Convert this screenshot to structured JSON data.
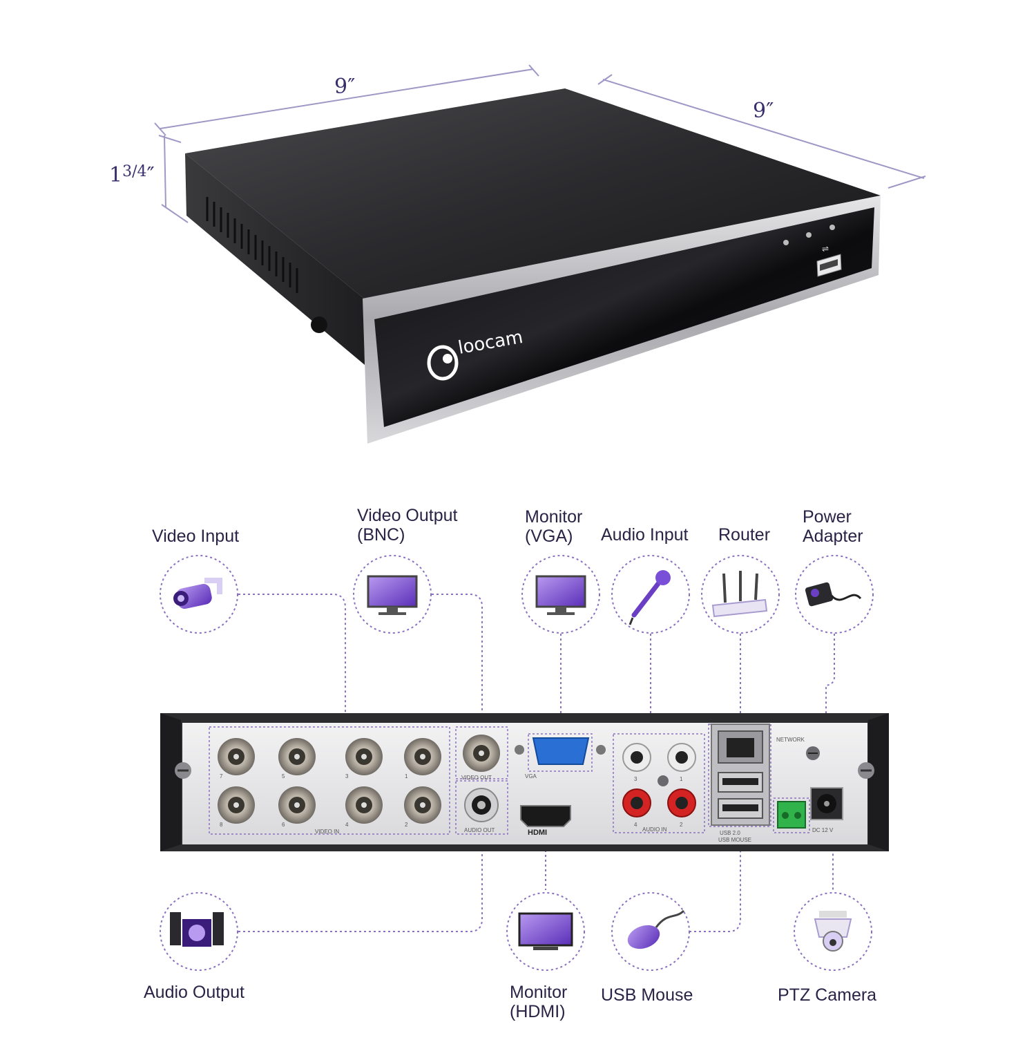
{
  "dimensions": {
    "width": "9″",
    "depth": "9″",
    "height_whole": "1",
    "height_frac": "3/4",
    "height_unit": "″"
  },
  "brand": "loocam",
  "connections_top": [
    {
      "id": "video-input",
      "label_lines": [
        "Video Input"
      ],
      "icon": "bullet-camera-icon"
    },
    {
      "id": "video-output-bnc",
      "label_lines": [
        "Video Output",
        "(BNC)"
      ],
      "icon": "monitor-icon"
    },
    {
      "id": "monitor-vga",
      "label_lines": [
        "Monitor",
        "(VGA)"
      ],
      "icon": "monitor-icon"
    },
    {
      "id": "audio-input",
      "label_lines": [
        "Audio Input"
      ],
      "icon": "microphone-icon"
    },
    {
      "id": "router",
      "label_lines": [
        "Router"
      ],
      "icon": "router-icon"
    },
    {
      "id": "power-adapter",
      "label_lines": [
        "Power",
        "Adapter"
      ],
      "icon": "power-adapter-icon"
    }
  ],
  "connections_bottom": [
    {
      "id": "audio-output",
      "label_lines": [
        "Audio Output"
      ],
      "icon": "speaker-icon"
    },
    {
      "id": "monitor-hdmi",
      "label_lines": [
        "Monitor",
        "(HDMI)"
      ],
      "icon": "tv-icon"
    },
    {
      "id": "usb-mouse",
      "label_lines": [
        "USB Mouse"
      ],
      "icon": "mouse-icon"
    },
    {
      "id": "ptz-camera",
      "label_lines": [
        "PTZ Camera"
      ],
      "icon": "ptz-camera-icon"
    }
  ],
  "panel": {
    "video_in": "VIDEO IN",
    "video_out": "VIDEO OUT",
    "audio_out": "AUDIO OUT",
    "vga": "VGA",
    "hdmi": "HDMI",
    "audio_in": "AUDIO IN",
    "usb20": "USB 2.0",
    "usb_mouse": "USB MOUSE",
    "network": "NETWORK",
    "dc": "DC 12 V",
    "bnc_top_numbers": [
      "7",
      "5",
      "3",
      "1"
    ],
    "bnc_bottom_numbers": [
      "8",
      "6",
      "4",
      "2"
    ],
    "audio_top_numbers": [
      "3",
      "1"
    ],
    "audio_bottom_numbers": [
      "4",
      "2"
    ]
  },
  "colors": {
    "accent": "#6a3fc4",
    "label": "#2b2346",
    "dim_line": "#9d98c6",
    "dot_line": "#8a70c0"
  }
}
